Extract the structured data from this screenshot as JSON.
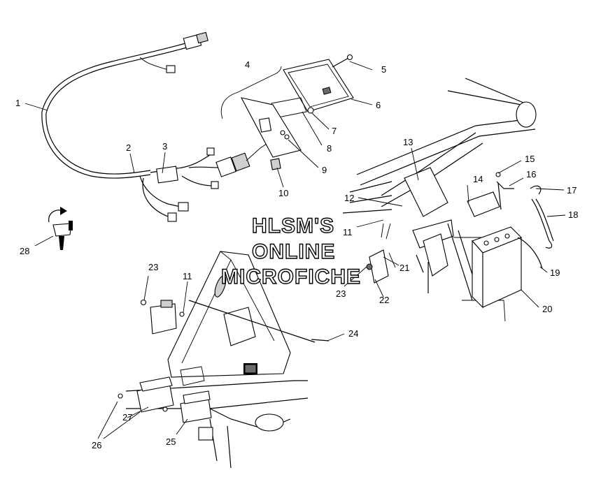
{
  "watermark": {
    "line1": "HLSM'S",
    "line2": "ONLINE",
    "line3": "MICROFICHE"
  },
  "callouts": [
    "1",
    "2",
    "3",
    "4",
    "5",
    "6",
    "7",
    "8",
    "9",
    "10",
    "11",
    "12",
    "13",
    "14",
    "15",
    "16",
    "17",
    "18",
    "19",
    "20",
    "21",
    "22",
    "23",
    "24",
    "25",
    "26",
    "27",
    "28"
  ]
}
